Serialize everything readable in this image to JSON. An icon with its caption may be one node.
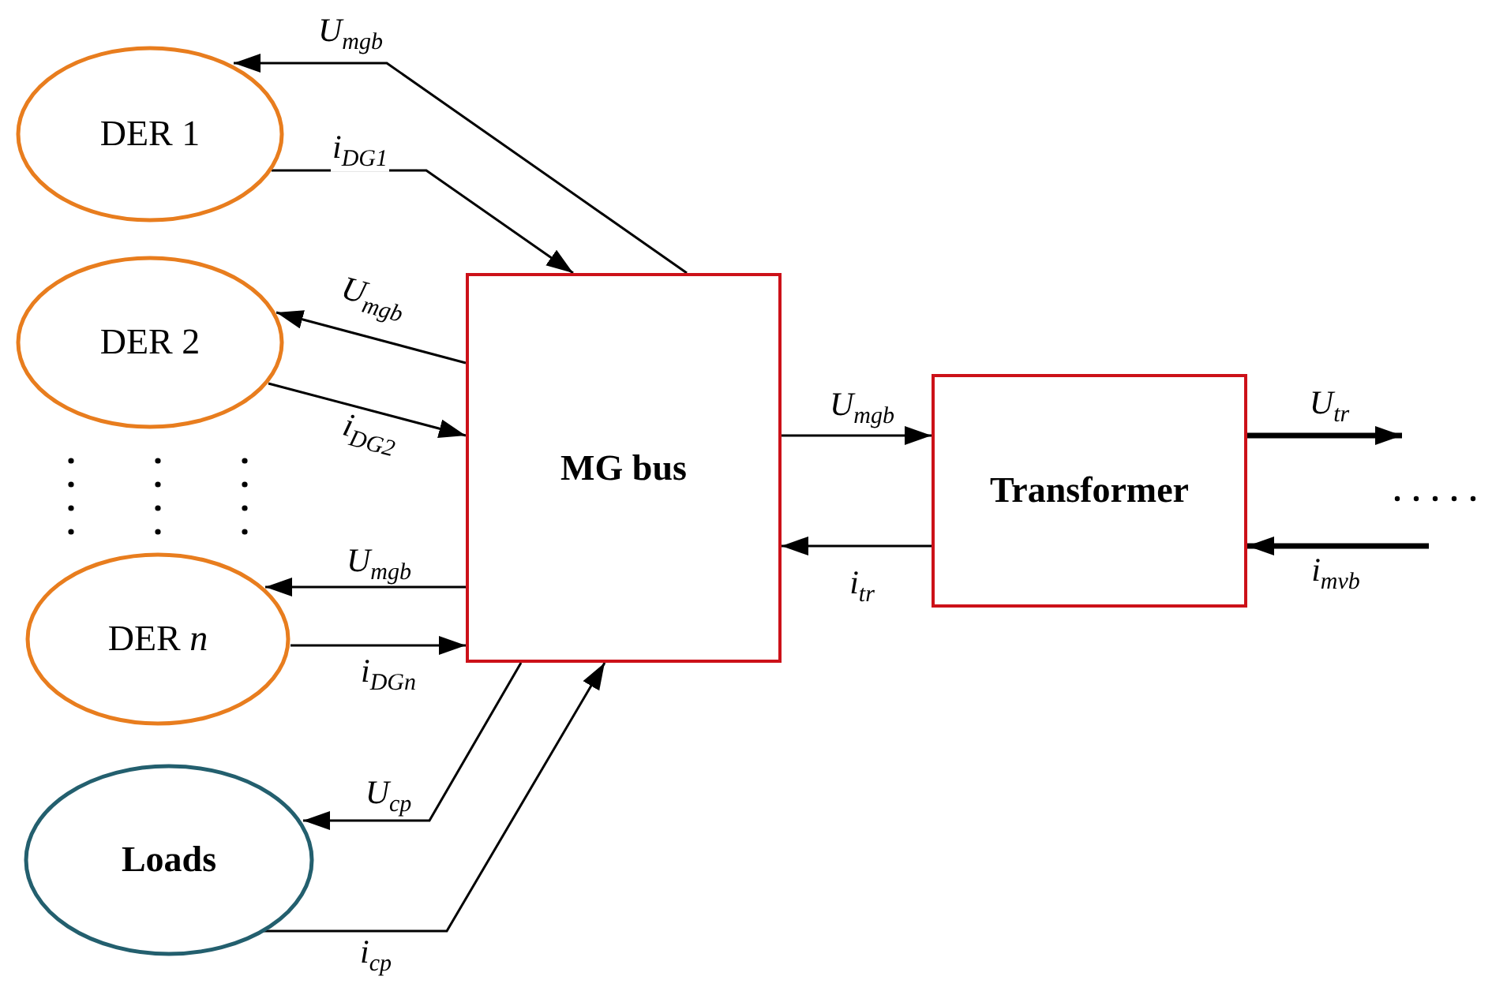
{
  "diagram": {
    "nodes": [
      {
        "text": [
          "DER 1"
        ]
      },
      {
        "text": [
          "DER 2"
        ]
      },
      {
        "text": [
          "DER *n*"
        ]
      },
      {
        "text": [
          "Loads"
        ]
      },
      {
        "text": [
          "MG bus"
        ]
      },
      {
        "text": [
          "Transformer"
        ]
      }
    ],
    "edges": [
      {
        "from": 4,
        "to": 0,
        "arrow": "to",
        "label": "U$_{mgb}$"
      },
      {
        "from": 0,
        "to": 4,
        "arrow": "to",
        "label": "i$_{DG1}$"
      },
      {
        "from": 4,
        "to": 1,
        "arrow": "to",
        "label": "U$_{mgb}$"
      },
      {
        "from": 1,
        "to": 4,
        "arrow": "to",
        "label": "i$_{DG2}$"
      },
      {
        "from": 4,
        "to": 2,
        "arrow": "to",
        "label": "U$_{mgb}$"
      },
      {
        "from": 2,
        "to": 4,
        "arrow": "to",
        "label": "i$_{DGn}$"
      },
      {
        "from": 4,
        "to": 3,
        "arrow": "to",
        "label": "U$_{cp}$"
      },
      {
        "from": 3,
        "to": 4,
        "arrow": "to",
        "label": "i$_{cp}$"
      },
      {
        "from": 4,
        "to": 5,
        "arrow": "to",
        "label": "U$_{mgb}$"
      },
      {
        "from": 5,
        "to": 4,
        "arrow": "to",
        "label": "i$_{tr}$"
      },
      {
        "from": 5,
        "to": null,
        "arrow": "to",
        "label": "U$_{tr}$",
        "style": "thick"
      },
      {
        "from": null,
        "to": 5,
        "arrow": "to",
        "label": "i$_{mvb}$",
        "style": "thick"
      }
    ]
  }
}
